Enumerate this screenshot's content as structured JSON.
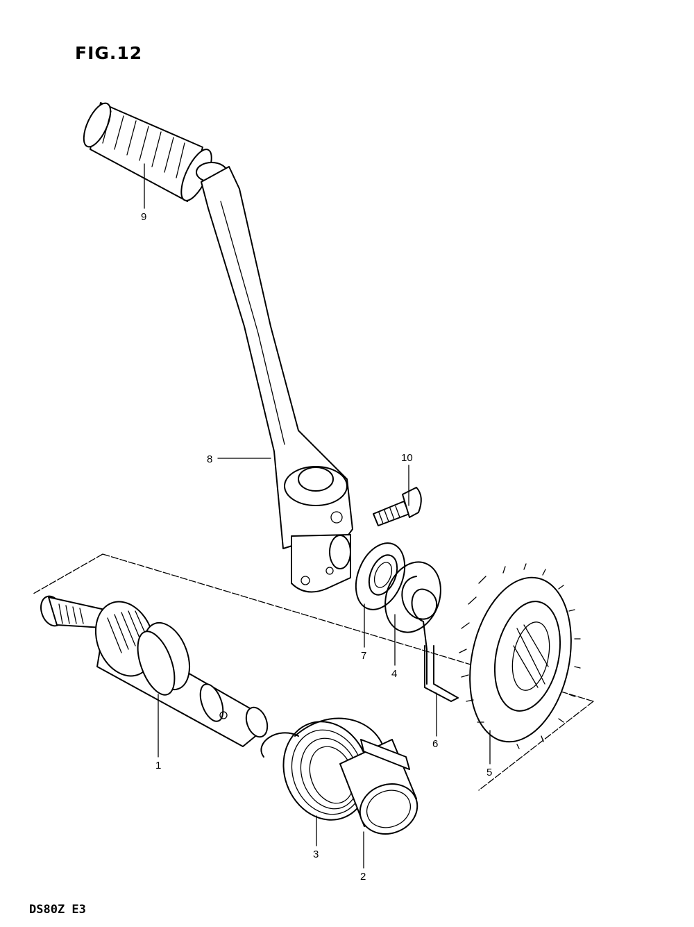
{
  "figure": {
    "title": "FIG.12",
    "model_code": "DS80Z E3"
  },
  "parts": [
    {
      "callout": "1",
      "name": "kick-starter-shaft"
    },
    {
      "callout": "2",
      "name": "spring-guide"
    },
    {
      "callout": "3",
      "name": "return-spring"
    },
    {
      "callout": "4",
      "name": "spring"
    },
    {
      "callout": "5",
      "name": "kick-starter-idle-gear"
    },
    {
      "callout": "6",
      "name": "spring-stopper"
    },
    {
      "callout": "7",
      "name": "oil-seal"
    },
    {
      "callout": "8",
      "name": "kick-starter-lever"
    },
    {
      "callout": "9",
      "name": "lever-rubber"
    },
    {
      "callout": "10",
      "name": "bolt"
    }
  ],
  "colors": {
    "ink": "#000000",
    "paper": "#ffffff"
  }
}
